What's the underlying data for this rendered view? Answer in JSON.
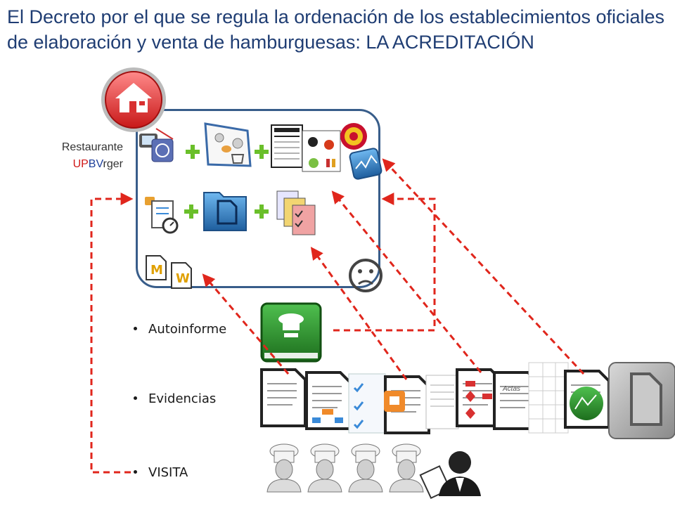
{
  "title": "El Decreto por el que se regula la ordenación de los establecimientos oficiales de elaboración y venta de hamburguesas: LA ACREDITACIÓN",
  "restaurant": {
    "line1": "Restaurante",
    "brand_part1": "UP",
    "brand_part2": "BV",
    "brand_part3": "rger"
  },
  "bullets": [
    "Autoinforme",
    "Evidencias",
    "VISITA"
  ],
  "document_label": "Actas",
  "colors": {
    "title": "#1f3d73",
    "box_border": "#385d8a",
    "arrow": "#e0261c",
    "plus": "#6abf2a",
    "home_button": "#e03030",
    "book": "#2e8b2e"
  },
  "icons": [
    "home-icon",
    "tv-icon",
    "chef-recipe-icon",
    "nutrition-facts-icon",
    "seal-icon",
    "chart-icon",
    "search-clipboard-icon",
    "folder-icon",
    "checklist-stack-icon",
    "certificate-icon",
    "sad-face-icon",
    "chef-book-icon",
    "document-icon",
    "chef-icon",
    "inspector-icon"
  ]
}
